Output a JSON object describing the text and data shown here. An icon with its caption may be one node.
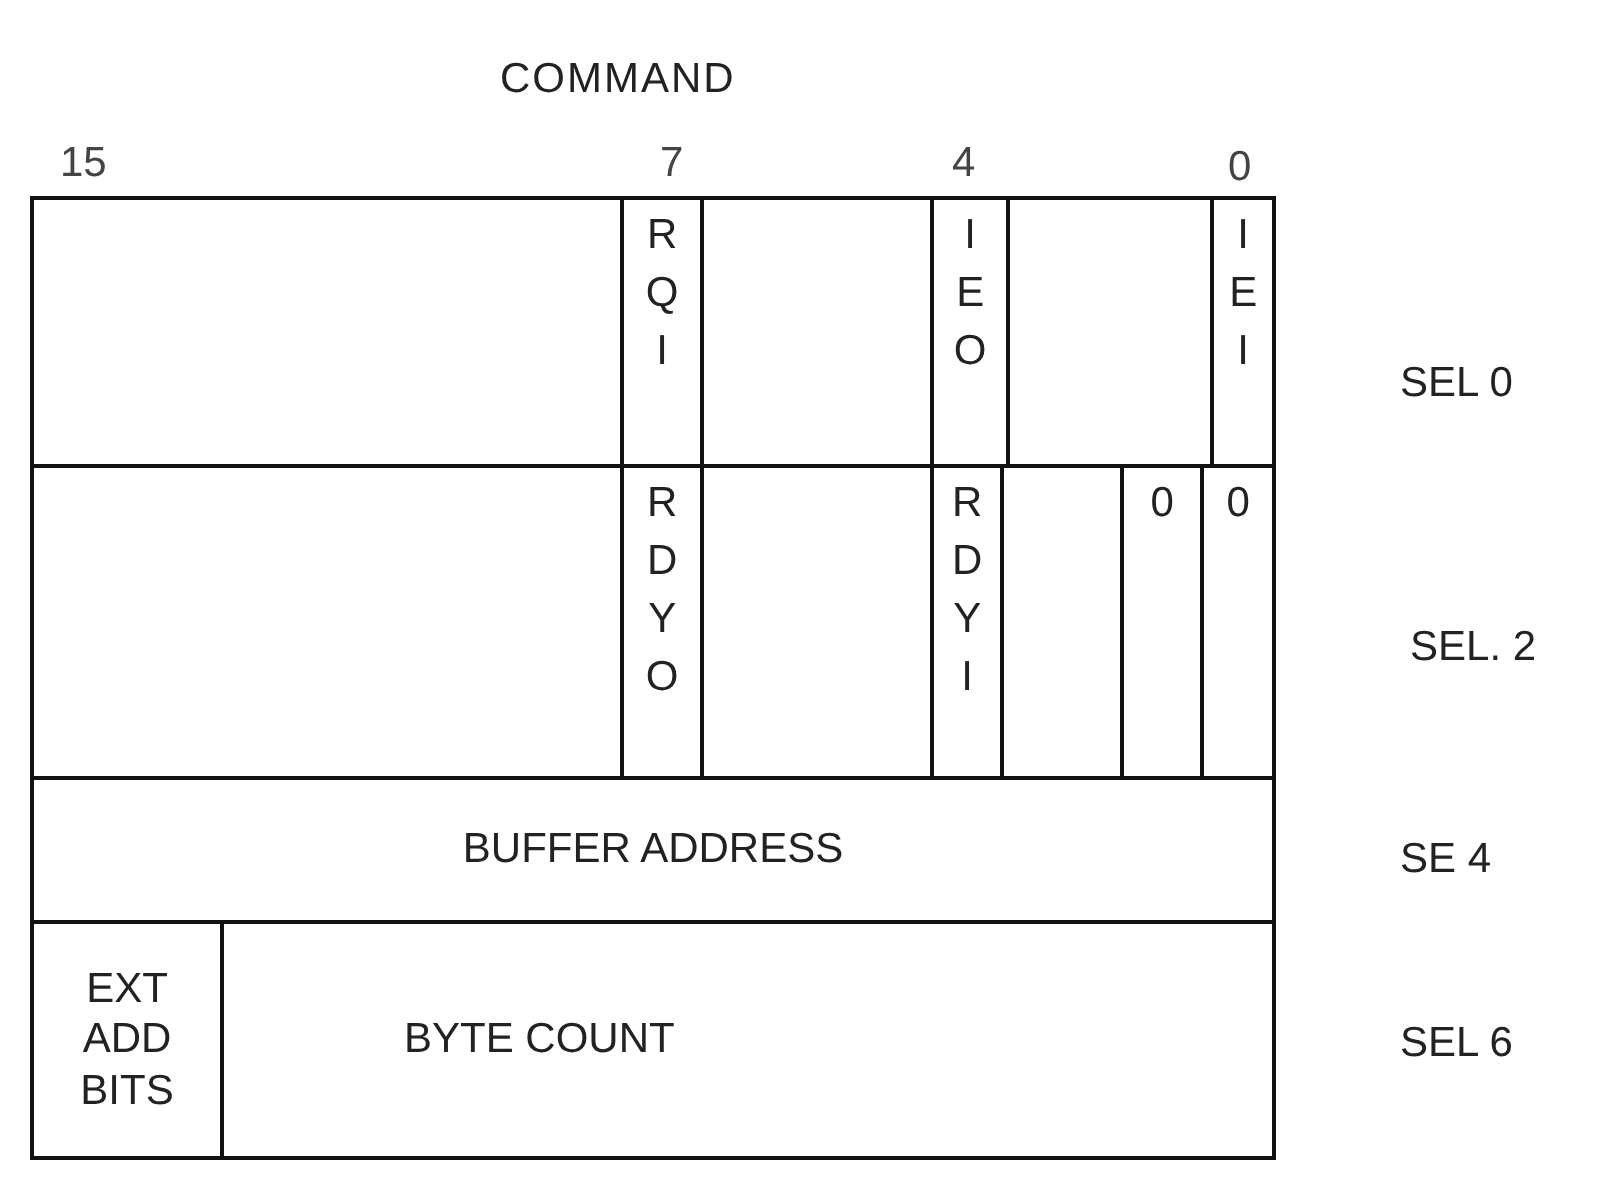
{
  "diagram": {
    "title": "COMMAND",
    "labels": [
      "15",
      "7",
      "4",
      "0",
      "RQI",
      "IEO",
      "IEI",
      "SEL 0",
      "RDYO",
      "RDYI",
      "0",
      "0",
      "SEL. 2",
      "BUFFER ADDRESS",
      "SE 4",
      "EXT ADD BITS",
      "BYTE COUNT",
      "SEL 6"
    ]
  }
}
